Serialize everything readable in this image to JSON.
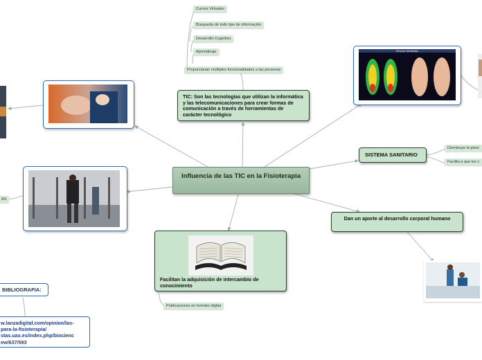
{
  "central": {
    "title": "Influencia de las TIC en la Fisioterapia"
  },
  "tic": {
    "text": "TIC: Son las tecnologías que utilizan la informática y las telecomunicaciones para crear  formas de comunicación a través de herramientas de carácter tecnológico",
    "subitems": [
      "Cursos Virtuales",
      "Búsqueda de todo tipo de información",
      "Desarrollo Cognitivo",
      "Aprendizaje",
      "Proporcionan múltiples funcionalidades a las personas"
    ]
  },
  "sistema": {
    "label": "SISTEMA SANITARIO",
    "subitems": [
      "Disminuye la presi",
      "Facilita a que los c"
    ]
  },
  "aporte": {
    "label": "Dan un aporte al desarrollo corporal humano"
  },
  "facilitan": {
    "label": "Facilitan la adquisición de intercambio de conocimiento",
    "subitems": [
      "Publicaciones en formato digital"
    ]
  },
  "left_partial": {
    "label": "AS"
  },
  "bibliografia": {
    "label": "BIBLIOGRAFIA:",
    "links": [
      "w.lanzadigital.com/opinion/las-",
      "para-la-fisioterapia/",
      "stas.uax.es/index.php/biocienc",
      "ew/637/593"
    ]
  },
  "images": {
    "rehab_photo": "physiotherapy-knee-photo",
    "foot_scan": "foot-pressure-scan",
    "exoskeleton": "exoskeleton-gait-lab-photo",
    "book": "open-book-image",
    "rehab_clinic": "rehab-clinic-photo",
    "foot_scan_title": "Pressure Distribution"
  },
  "colors": {
    "node_green": "#c8e4cc",
    "central": "#a8c4ad",
    "image_border": "#2e6ab0"
  }
}
